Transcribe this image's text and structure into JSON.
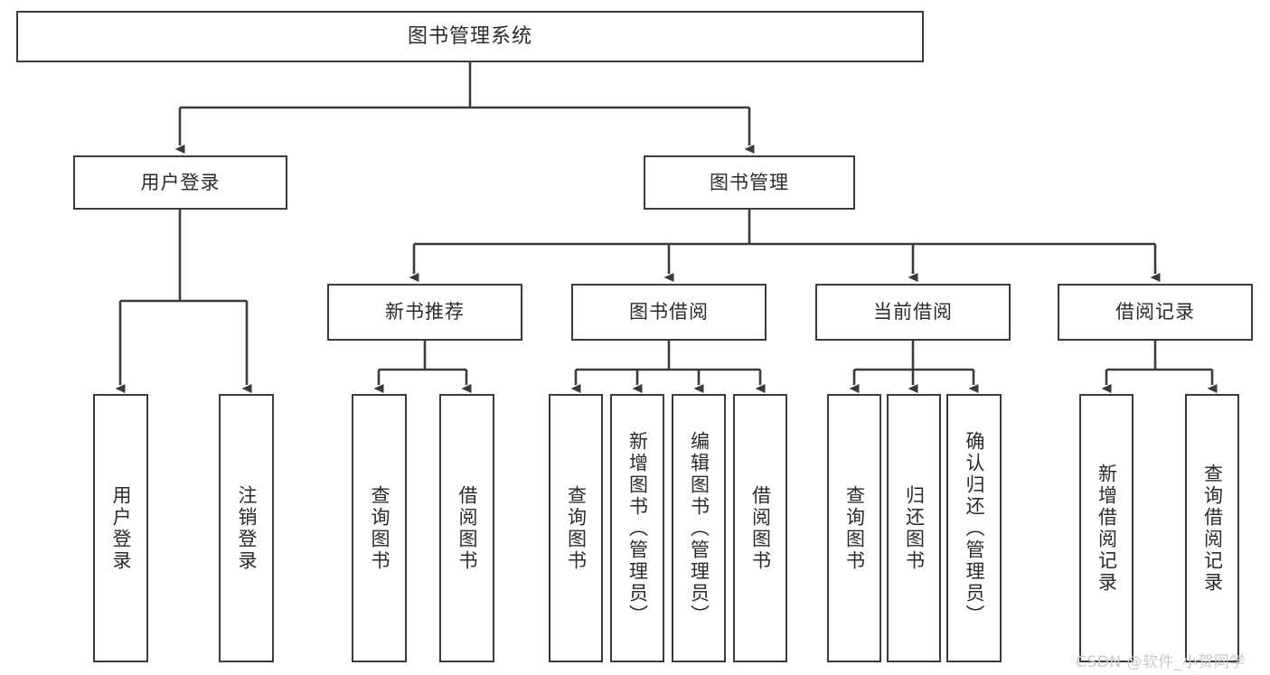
{
  "diagram": {
    "title": "图书管理系统",
    "type": "功能结构图",
    "colors": {
      "box_border": "#3b3b3b",
      "box_fill": "#ffffff",
      "edge": "#3b3b3b",
      "text": "#2b2b2b",
      "watermark": "#c9c9c9",
      "background": "#ffffff"
    }
  },
  "root": {
    "label": "图书管理系统"
  },
  "level2": [
    {
      "label": "用户登录"
    },
    {
      "label": "图书管理"
    }
  ],
  "level3": [
    {
      "label": "新书推荐"
    },
    {
      "label": "图书借阅"
    },
    {
      "label": "当前借阅"
    },
    {
      "label": "借阅记录"
    }
  ],
  "leaves": {
    "user_login": [
      {
        "label": "用户登录"
      },
      {
        "label": "注销登录"
      }
    ],
    "new_book": [
      {
        "label": "查询图书"
      },
      {
        "label": "借阅图书"
      }
    ],
    "book_borrow": [
      {
        "label": "查询图书"
      },
      {
        "label": "新增图书（管理员）"
      },
      {
        "label": "编辑图书（管理员）"
      },
      {
        "label": "借阅图书"
      }
    ],
    "current_borrow": [
      {
        "label": "查询图书"
      },
      {
        "label": "归还图书"
      },
      {
        "label": "确认归还（管理员）"
      }
    ],
    "borrow_record": [
      {
        "label": "新增借阅记录"
      },
      {
        "label": "查询借阅记录"
      }
    ]
  },
  "watermark": {
    "text": "CSDN @软件_小贺同学"
  }
}
